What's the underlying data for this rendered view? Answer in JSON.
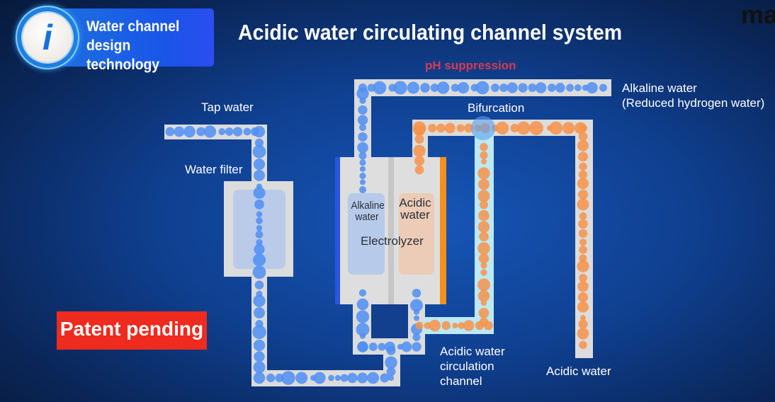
{
  "badge": {
    "icon": "info-icon",
    "line1": "Water channel",
    "line2": "design technology"
  },
  "title": "Acidic water circulating channel system",
  "watermark": "ma",
  "labels": {
    "ph_suppression": "pH suppression",
    "tap_water": "Tap water",
    "water_filter": "Water filter",
    "alkaline_out_1": "Alkaline water",
    "alkaline_out_2": "(Reduced hydrogen water)",
    "bifurcation": "Bifurcation",
    "alkaline_chamber_1": "Alkaline",
    "alkaline_chamber_2": "water",
    "acidic_chamber_1": "Acidic",
    "acidic_chamber_2": "water",
    "electrolyzer": "Electrolyzer",
    "circulation_1": "Acidic water",
    "circulation_2": "circulation",
    "circulation_3": "channel",
    "acidic_out": "Acidic water"
  },
  "patent": "Patent pending",
  "colors": {
    "alkaline": "#4f8ff5",
    "acidic": "#f7934a",
    "pipe": "#dcdcdc",
    "circulation": "#bde8f5",
    "ph": "#d83a4e"
  }
}
